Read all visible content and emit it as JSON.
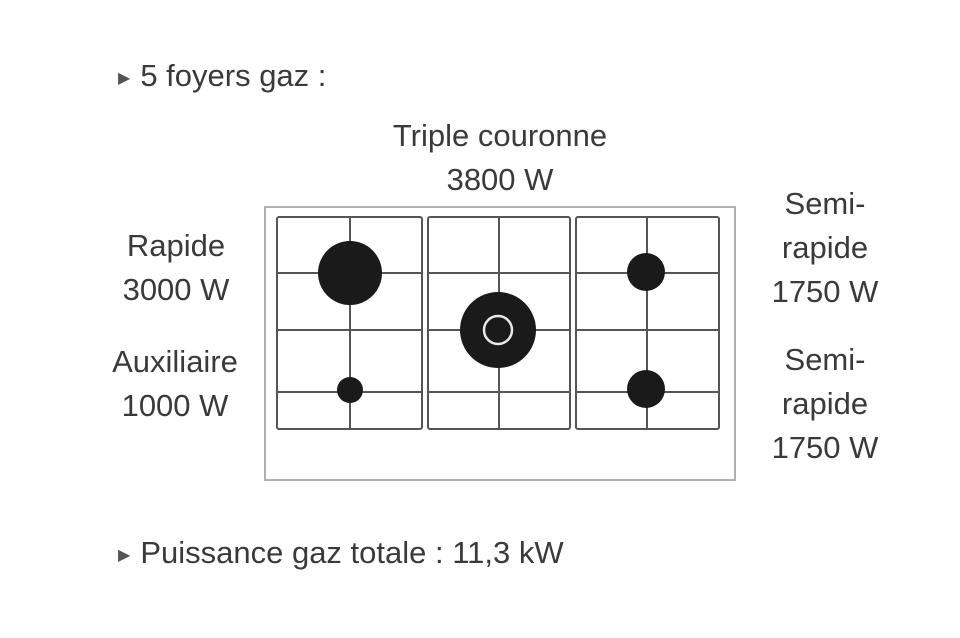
{
  "header": {
    "text": "5 foyers gaz :"
  },
  "burners": {
    "triple": {
      "name": "Triple couronne",
      "power": "3800 W"
    },
    "rapide": {
      "name": "Rapide",
      "power": "3000 W"
    },
    "auxiliaire": {
      "name": "Auxiliaire",
      "power": "1000 W"
    },
    "semi_top": {
      "name_line1": "Semi-",
      "name_line2": "rapide",
      "power": "1750 W"
    },
    "semi_bottom": {
      "name_line1": "Semi-",
      "name_line2": "rapide",
      "power": "1750 W"
    }
  },
  "footer": {
    "text": "Puissance gaz totale : 11,3 kW"
  },
  "colors": {
    "text": "#3a3a3a",
    "burner": "#1a1a1a",
    "grid": "#555555"
  }
}
